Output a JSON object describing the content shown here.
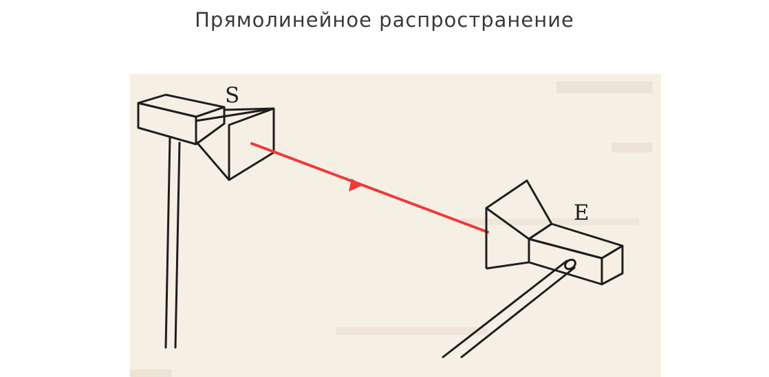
{
  "title": "Прямолинейное распространение",
  "diagram": {
    "source_label": "S",
    "receiver_label": "E",
    "colors": {
      "background": "#f6efe4",
      "lines": "#1e1e1e",
      "beam": "#ee3a3a"
    }
  }
}
